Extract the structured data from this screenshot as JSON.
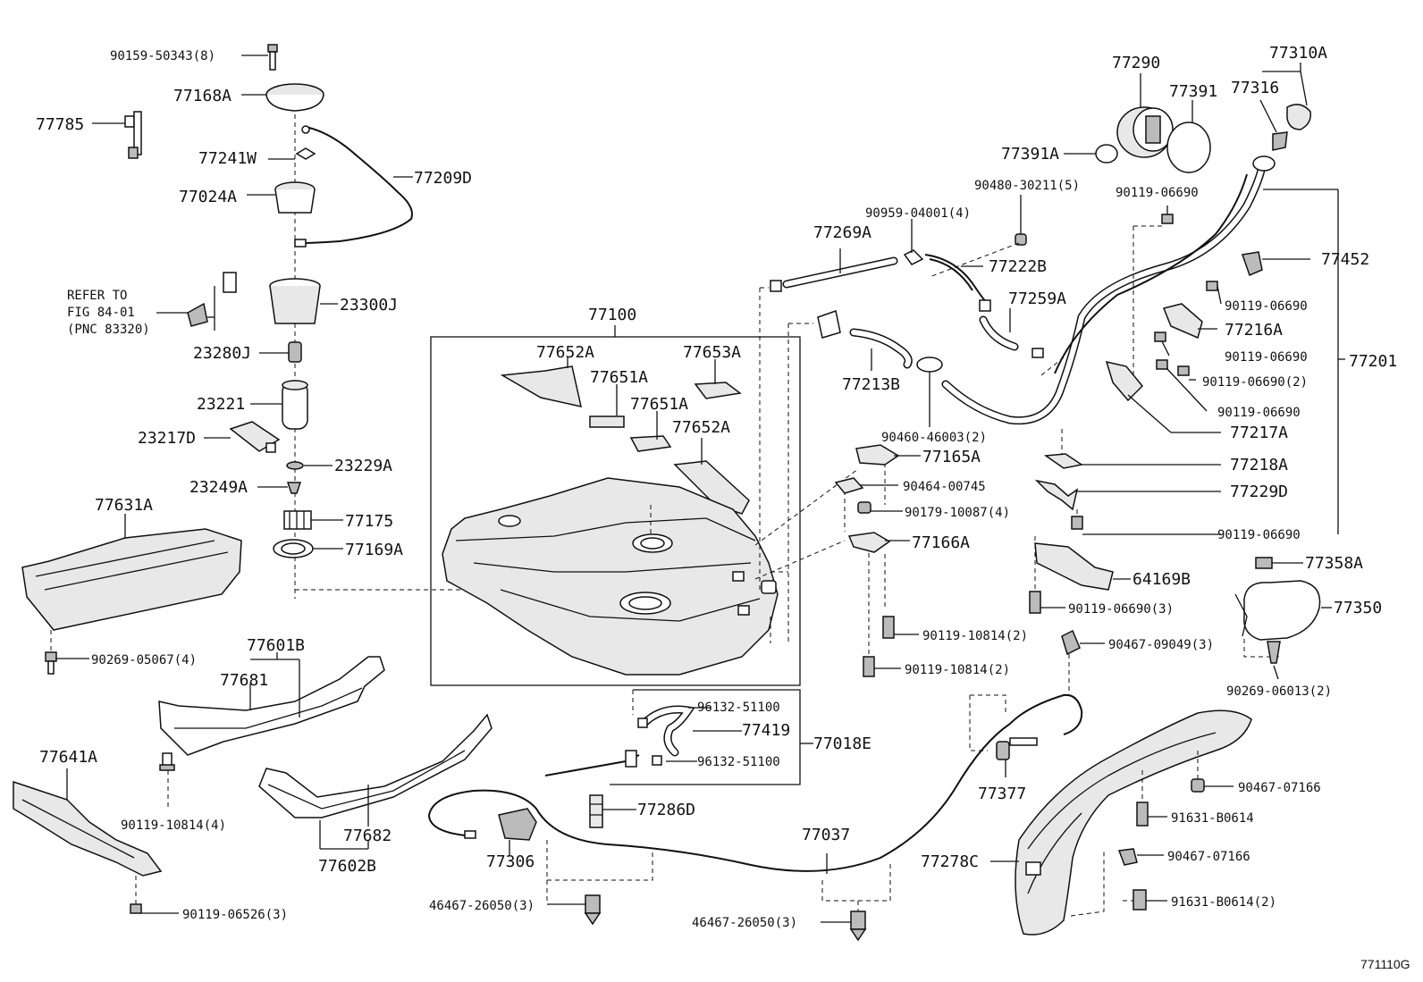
{
  "diagram_id": "771110G",
  "labels": {
    "l_90159_50343": "90159-50343(8)",
    "l_77168A": "77168A",
    "l_77785": "77785",
    "l_77241W": "77241W",
    "l_77209D": "77209D",
    "l_77024A": "77024A",
    "l_refer1": "REFER TO",
    "l_refer2": "FIG 84-01",
    "l_refer3": "(PNC 83320)",
    "l_23300J": "23300J",
    "l_23280J": "23280J",
    "l_23221": "23221",
    "l_23217D": "23217D",
    "l_23229A": "23229A",
    "l_23249A": "23249A",
    "l_77175": "77175",
    "l_77169A": "77169A",
    "l_77631A": "77631A",
    "l_90269_05067": "90269-05067(4)",
    "l_77601B": "77601B",
    "l_77681": "77681",
    "l_77641A": "77641A",
    "l_90119_10814_4": "90119-10814(4)",
    "l_77682": "77682",
    "l_77602B": "77602B",
    "l_90119_06526": "90119-06526(3)",
    "l_77100": "77100",
    "l_77652A_1": "77652A",
    "l_77653A": "77653A",
    "l_77651A_1": "77651A",
    "l_77651A_2": "77651A",
    "l_77652A_2": "77652A",
    "l_96132_51100_1": "96132-51100",
    "l_77419": "77419",
    "l_77018E": "77018E",
    "l_96132_51100_2": "96132-51100",
    "l_77286D": "77286D",
    "l_77306": "77306",
    "l_46467_26050_1": "46467-26050(3)",
    "l_77037": "77037",
    "l_46467_26050_2": "46467-26050(3)",
    "l_77290": "77290",
    "l_77310A": "77310A",
    "l_77316": "77316",
    "l_77391": "77391",
    "l_77391A": "77391A",
    "l_90480_30211": "90480-30211(5)",
    "l_90119_06690_top": "90119-06690",
    "l_90959_04001": "90959-04001(4)",
    "l_77269A": "77269A",
    "l_77222B": "77222B",
    "l_77452": "77452",
    "l_77259A": "77259A",
    "l_90119_06690_a": "90119-06690",
    "l_77216A": "77216A",
    "l_77213B": "77213B",
    "l_90119_06690_b": "90119-06690",
    "l_77201": "77201",
    "l_90119_06690_2": "90119-06690(2)",
    "l_90119_06690_c": "90119-06690",
    "l_90460_46003": "90460-46003(2)",
    "l_77217A": "77217A",
    "l_77165A": "77165A",
    "l_77218A": "77218A",
    "l_90464_00745": "90464-00745",
    "l_77229D": "77229D",
    "l_90179_10087": "90179-10087(4)",
    "l_90119_06690_d": "90119-06690",
    "l_77166A": "77166A",
    "l_64169B": "64169B",
    "l_77358A": "77358A",
    "l_90119_06690_3": "90119-06690(3)",
    "l_77350": "77350",
    "l_90119_10814_2a": "90119-10814(2)",
    "l_90467_09049": "90467-09049(3)",
    "l_90119_10814_2b": "90119-10814(2)",
    "l_90269_06013": "90269-06013(2)",
    "l_77377": "77377",
    "l_90467_07166_1": "90467-07166",
    "l_91631_B0614": "91631-B0614",
    "l_77278C": "77278C",
    "l_90467_07166_2": "90467-07166",
    "l_91631_B0614_2": "91631-B0614(2)"
  }
}
